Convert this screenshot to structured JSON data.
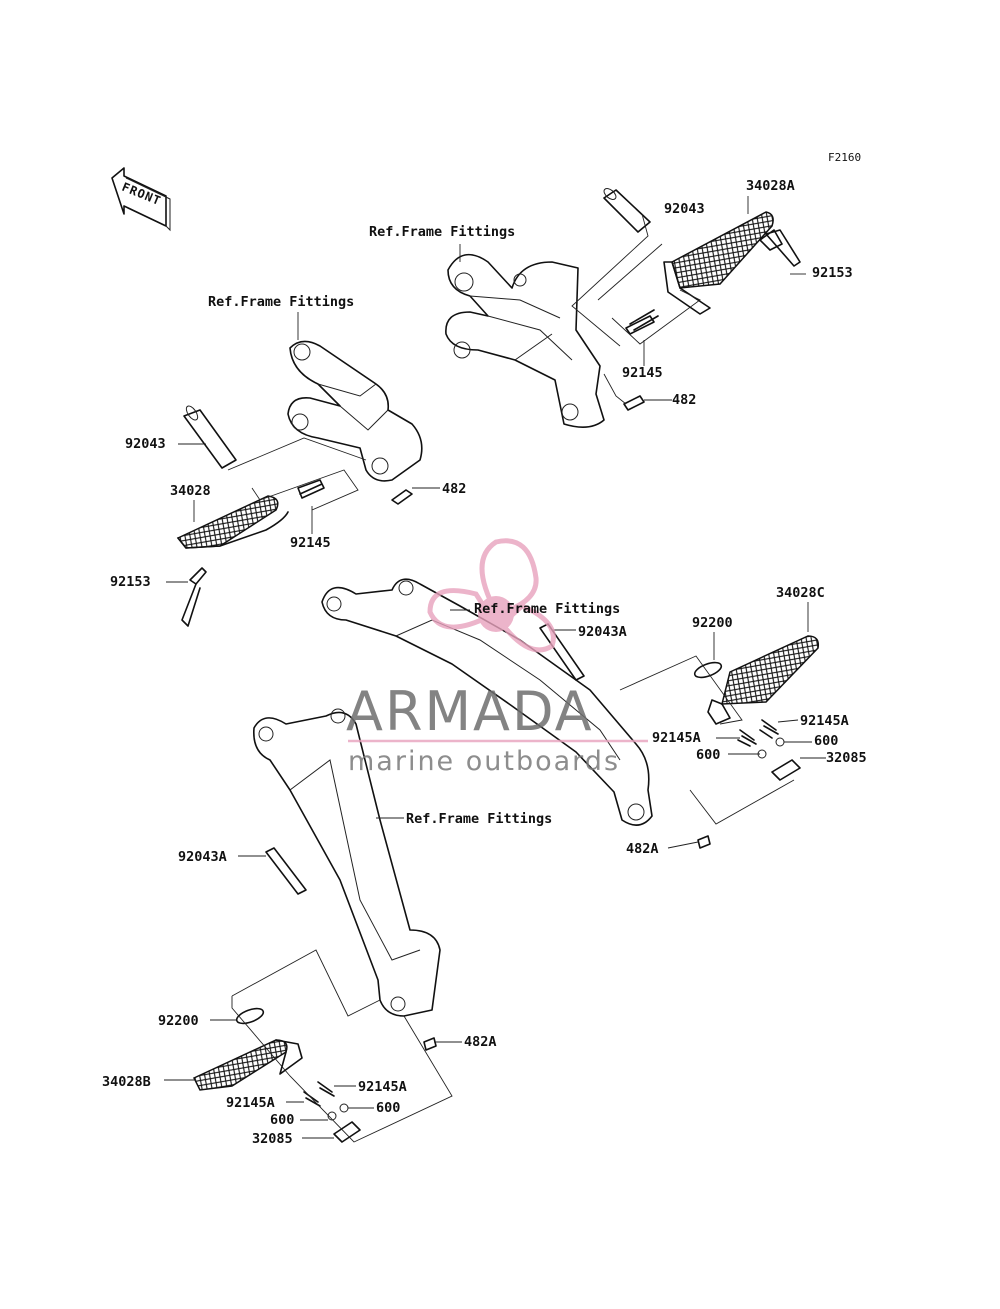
{
  "figure_code": "F2160",
  "front_indicator": "FRONT",
  "ref_label": "Ref.Frame Fittings",
  "labels": {
    "p34028A": "34028A",
    "p92043_top": "92043",
    "p92153_right": "92153",
    "p92145_top": "92145",
    "p482_top": "482",
    "p92043_left": "92043",
    "p34028": "34028",
    "p482_left": "482",
    "p92145_left": "92145",
    "p92153_left": "92153",
    "p34028C": "34028C",
    "p92200_right": "92200",
    "p92043A_top": "92043A",
    "p92145A_r1": "92145A",
    "p92145A_r2": "92145A",
    "p600_r1": "600",
    "p600_r2": "600",
    "p32085_right": "32085",
    "p482A_right": "482A",
    "p92043A_bottom": "92043A",
    "p92200_bottom": "92200",
    "p482A_bottom": "482A",
    "p34028B": "34028B",
    "p92145A_b1": "92145A",
    "p92145A_b2": "92145A",
    "p600_b1": "600",
    "p600_b2": "600",
    "p32085_bottom": "32085"
  },
  "watermark": {
    "title": "ARMADA",
    "subtitle": "marine outboards",
    "accent_color": "#e8a2bd",
    "text_color": "#6e6e6e"
  }
}
